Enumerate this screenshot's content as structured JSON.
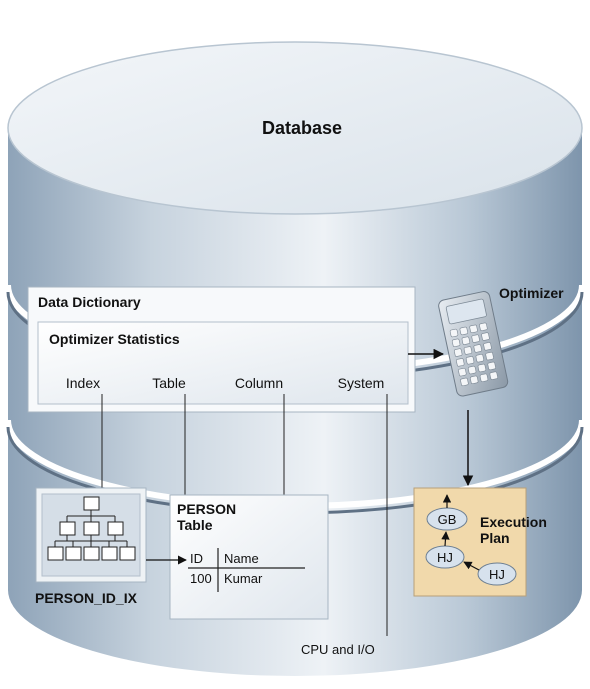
{
  "database": {
    "label": "Database"
  },
  "data_dictionary": {
    "title": "Data Dictionary",
    "optimizer_statistics": {
      "title": "Optimizer Statistics",
      "items": [
        "Index",
        "Table",
        "Column",
        "System"
      ]
    }
  },
  "optimizer": {
    "label": "Optimizer"
  },
  "index": {
    "label": "PERSON_ID_IX"
  },
  "person_table": {
    "title_line1": "PERSON",
    "title_line2": "Table",
    "columns": [
      "ID",
      "Name"
    ],
    "row": [
      "100",
      "Kumar"
    ]
  },
  "execution_plan": {
    "label_line1": "Execution",
    "label_line2": "Plan",
    "nodes": [
      "GB",
      "HJ",
      "HJ"
    ]
  },
  "cpu_io": {
    "label": "CPU and I/O"
  },
  "colors": {
    "cylinder_light": "#e9eef3",
    "cylinder_dark": "#93a7bb",
    "panel": "#f4f6f9",
    "plan_bg": "#f0d9ae",
    "node": "#d8e3ee"
  }
}
